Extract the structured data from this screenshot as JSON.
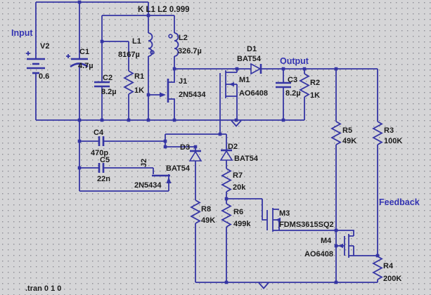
{
  "canvas": {
    "background": "#d5d5d7",
    "grid_dot_color": "#8c8c94",
    "wire_color": "#3535a4",
    "label_color": "#1b1b1b",
    "net_label_color": "#3434b2"
  },
  "net_labels": {
    "input": "Input",
    "output": "Output",
    "feedback": "Feedback"
  },
  "spice": {
    "coupling_statement": "K L1 L2 0.999",
    "directive": ".tran 0 1 0"
  },
  "components": {
    "v2": {
      "ref": "V2",
      "value": "0.6"
    },
    "c1": {
      "ref": "C1",
      "value": "4.7µ"
    },
    "c2": {
      "ref": "C2",
      "value": "8.2µ"
    },
    "c3": {
      "ref": "C3",
      "value": "8.2µ"
    },
    "c4": {
      "ref": "C4",
      "value": "470p"
    },
    "c5": {
      "ref": "C5",
      "value": "22n"
    },
    "r1": {
      "ref": "R1",
      "value": "1K"
    },
    "r2": {
      "ref": "R2",
      "value": "1K"
    },
    "r3": {
      "ref": "R3",
      "value": "100K"
    },
    "r4": {
      "ref": "R4",
      "value": "200K"
    },
    "r5": {
      "ref": "R5",
      "value": "49K"
    },
    "r6": {
      "ref": "R6",
      "value": "499k"
    },
    "r7": {
      "ref": "R7",
      "value": "20k"
    },
    "r8": {
      "ref": "R8",
      "value": "49K"
    },
    "l1": {
      "ref": "L1",
      "value": "8167µ"
    },
    "l2": {
      "ref": "L2",
      "value": "326.7µ"
    },
    "j1": {
      "ref": "J1",
      "value": "2N5434"
    },
    "j2": {
      "ref": "J2",
      "value": "2N5434"
    },
    "d1": {
      "ref": "D1",
      "value": "BAT54"
    },
    "d2": {
      "ref": "D2",
      "value": "BAT54"
    },
    "d3": {
      "ref": "D3",
      "value": "BAT54"
    },
    "m1": {
      "ref": "M1",
      "value": "AO6408"
    },
    "m3": {
      "ref": "M3",
      "value": "FDMS3615SQ2"
    },
    "m4": {
      "ref": "M4",
      "value": "AO6408"
    }
  }
}
